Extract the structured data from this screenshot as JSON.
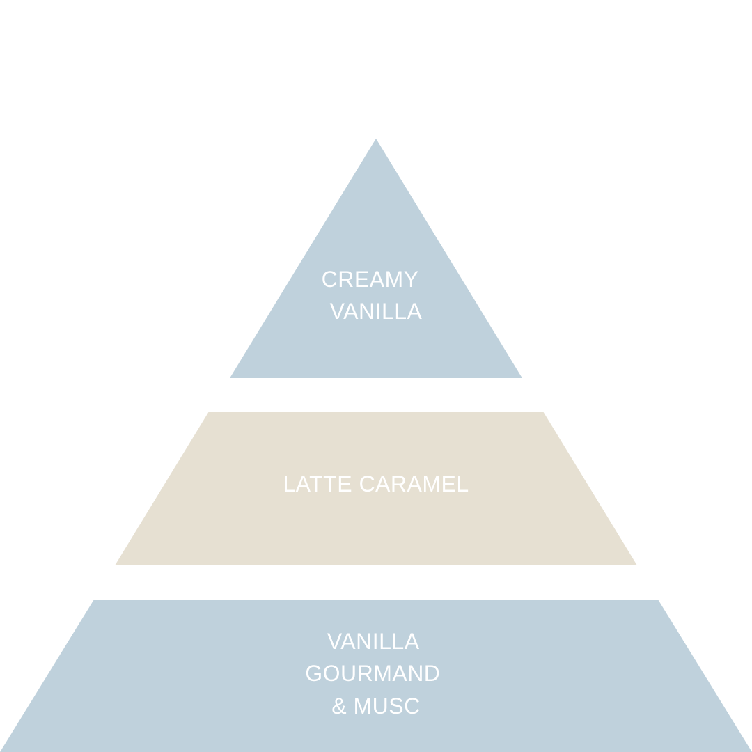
{
  "pyramid": {
    "colors": {
      "background": "#ffffff",
      "blue": "#bfd1dc",
      "beige": "#e6e0d2",
      "text": "#ffffff"
    },
    "tiers": [
      {
        "id": "top",
        "label_lines": [
          "CREAMY",
          "VANILLA"
        ]
      },
      {
        "id": "middle",
        "label_lines": [
          "LATTE CARAMEL"
        ]
      },
      {
        "id": "base",
        "label_lines": [
          "VANILLA",
          "GOURMAND",
          "& MUSC"
        ]
      }
    ]
  }
}
